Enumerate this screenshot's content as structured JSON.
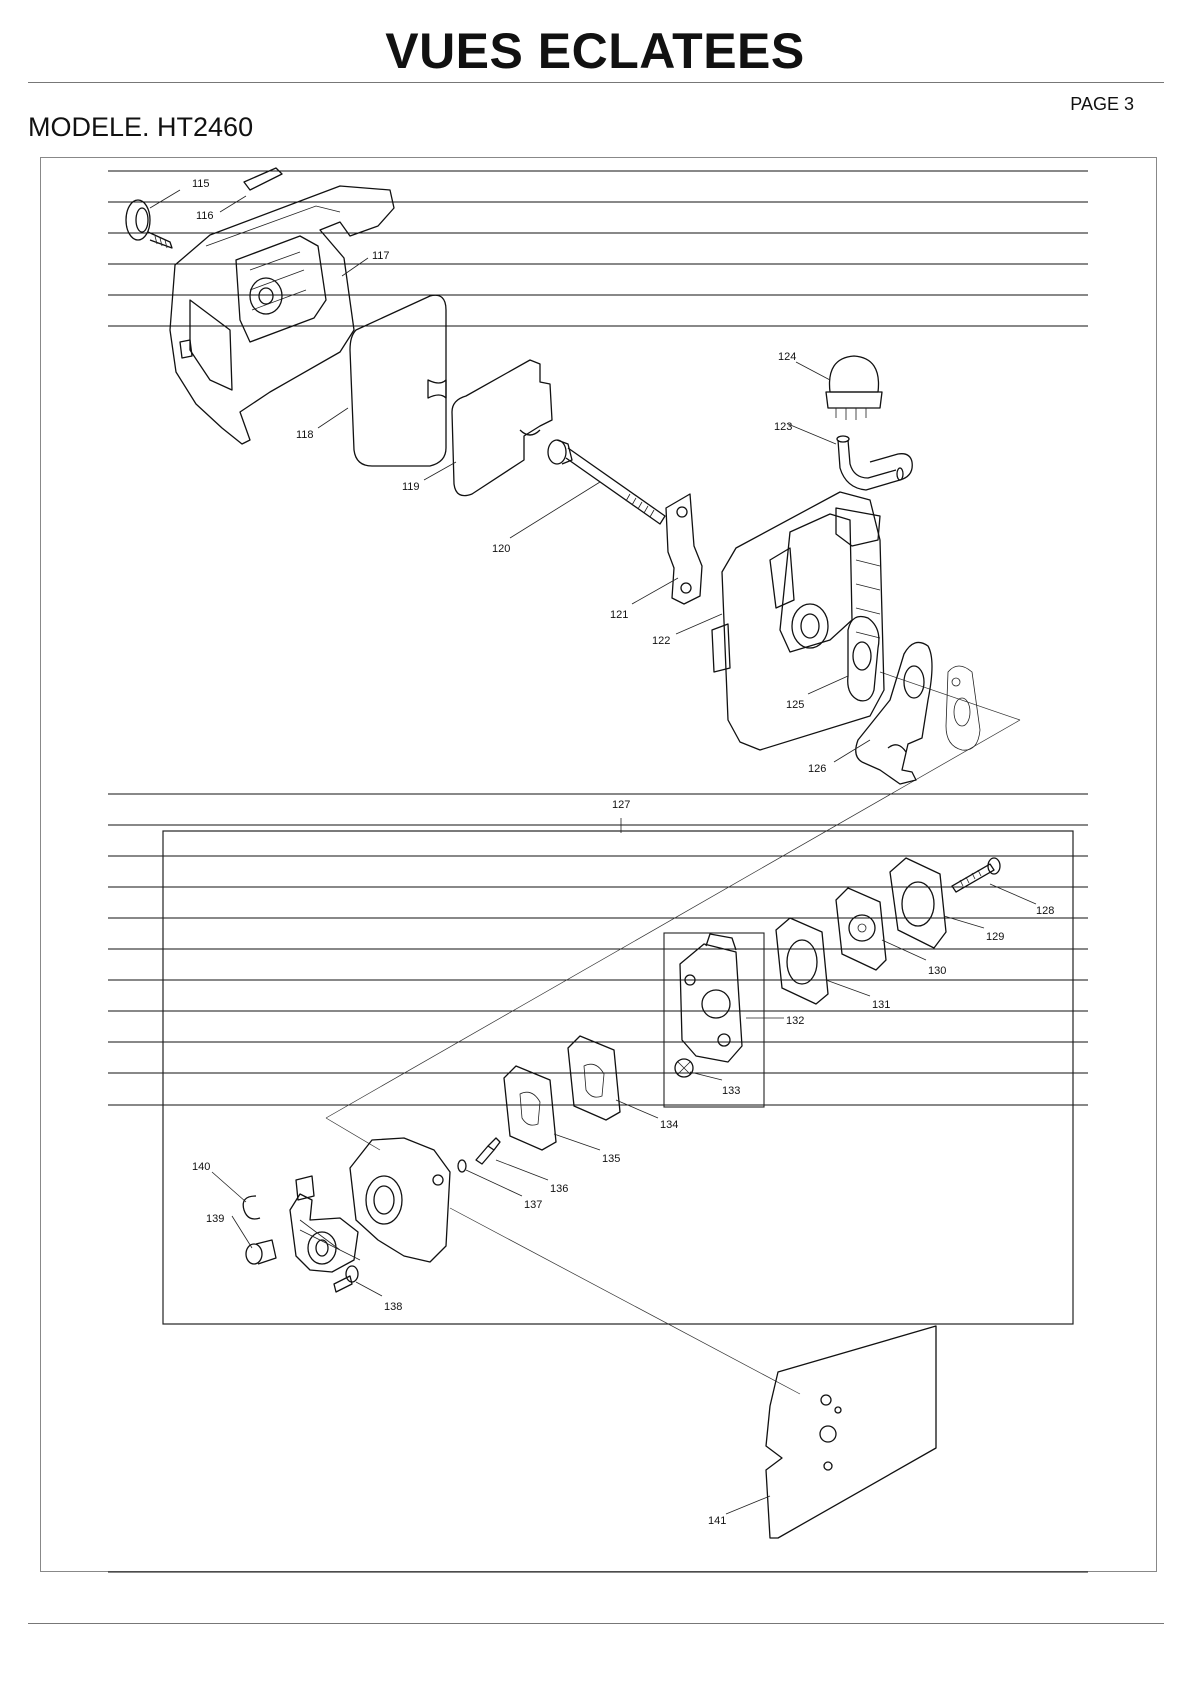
{
  "header": {
    "title": "VUES ECLATEES",
    "page": "PAGE 3",
    "model": "MODELE. HT2460"
  },
  "callouts": {
    "p115": "115",
    "p116": "116",
    "p117": "117",
    "p118": "118",
    "p119": "119",
    "p120": "120",
    "p121": "121",
    "p122": "122",
    "p123": "123",
    "p124": "124",
    "p125": "125",
    "p126": "126",
    "p127": "127",
    "p128": "128",
    "p129": "129",
    "p130": "130",
    "p131": "131",
    "p132": "132",
    "p133": "133",
    "p134": "134",
    "p135": "135",
    "p136": "136",
    "p137": "137",
    "p138": "138",
    "p139": "139",
    "p140": "140",
    "p141": "141"
  }
}
